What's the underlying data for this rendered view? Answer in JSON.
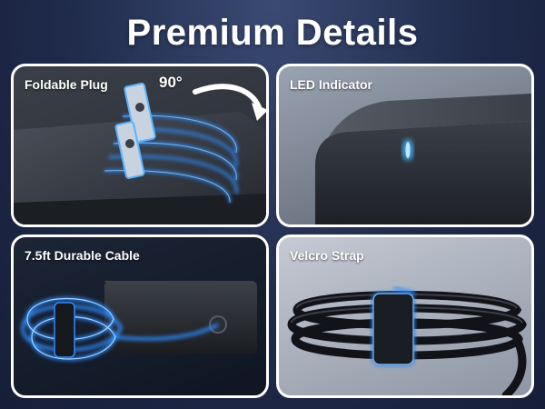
{
  "title": "Premium Details",
  "panels": [
    {
      "label": "Foldable Plug",
      "extra": "90°"
    },
    {
      "label": "LED Indicator"
    },
    {
      "label": "7.5ft Durable Cable"
    },
    {
      "label": "Velcro Strap"
    }
  ],
  "colors": {
    "background": "#1f2a4a",
    "glow": "#2f8cff",
    "led": "#3fb6ff",
    "border": "#ffffff"
  }
}
